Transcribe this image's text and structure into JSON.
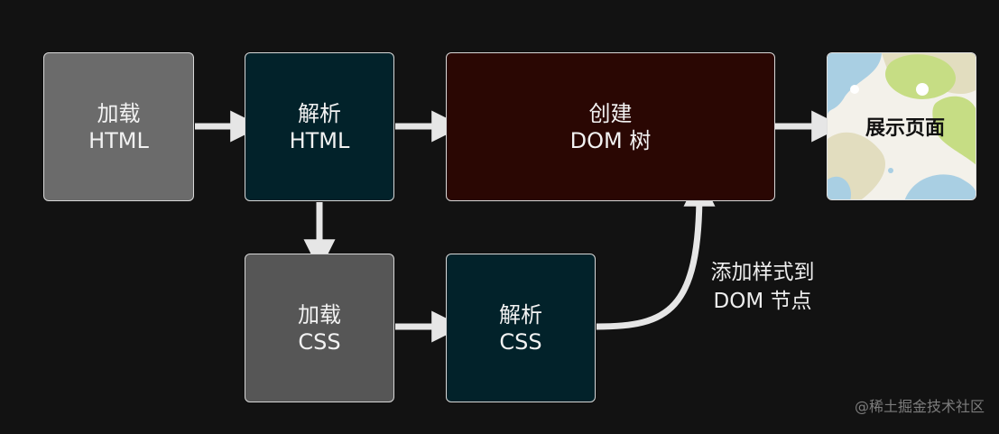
{
  "diagram": {
    "nodes": {
      "load_html": {
        "lines": [
          "加载",
          "HTML"
        ]
      },
      "parse_html": {
        "lines": [
          "解析",
          "HTML"
        ]
      },
      "build_dom": {
        "lines": [
          "创建",
          "DOM 树"
        ]
      },
      "show_page": {
        "label": "展示页面"
      },
      "load_css": {
        "lines": [
          "加载",
          "CSS"
        ]
      },
      "parse_css": {
        "lines": [
          "解析",
          "CSS"
        ]
      }
    },
    "edges": [
      {
        "from": "load_html",
        "to": "parse_html"
      },
      {
        "from": "parse_html",
        "to": "build_dom"
      },
      {
        "from": "build_dom",
        "to": "show_page"
      },
      {
        "from": "parse_html",
        "to": "load_css"
      },
      {
        "from": "load_css",
        "to": "parse_css"
      },
      {
        "from": "parse_css",
        "to": "build_dom",
        "label_lines": [
          "添加样式到",
          "DOM 节点"
        ]
      }
    ]
  },
  "watermark": "@稀土掘金技术社区",
  "colors": {
    "background": "#121212",
    "box_border": "#d8d8d8",
    "load_fill": "#6b6b6b",
    "load_css_fill": "#565656",
    "parse_fill": "#02222a",
    "dom_fill": "#2a0703",
    "arrow": "#e6e6e6"
  }
}
